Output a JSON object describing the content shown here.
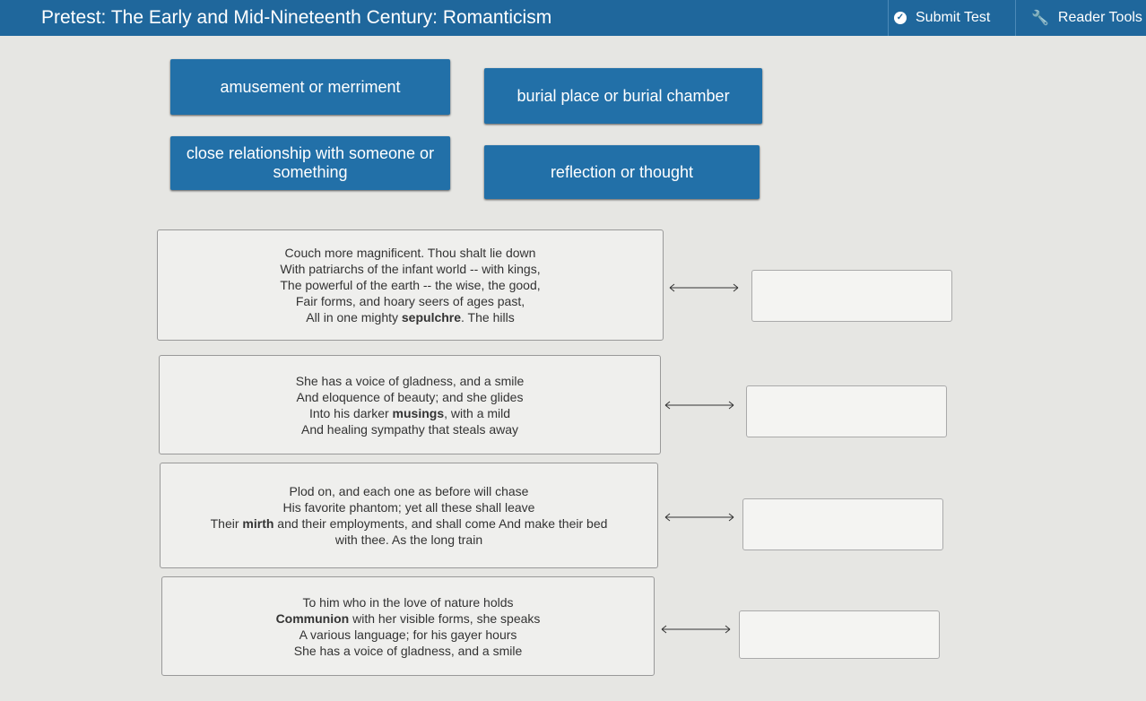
{
  "header": {
    "title": "Pretest: The Early and Mid-Nineteenth Century: Romanticism",
    "submit": "Submit Test",
    "reader": "Reader Tools"
  },
  "tiles": [
    "amusement or merriment",
    "burial place or burial chamber",
    "close relationship with someone or something",
    "reflection or thought"
  ],
  "passages": [
    {
      "lines": [
        "Couch more magnificent. Thou shalt lie down",
        "With patriarchs of the infant world -- with kings,",
        "The powerful of the earth -- the wise, the good,",
        "Fair forms, and hoary seers of ages past,"
      ],
      "pre": "All in one mighty ",
      "bold": "sepulchre",
      "post": ". The hills"
    },
    {
      "lines": [
        "She has a voice of gladness, and a smile",
        "And eloquence of beauty; and she glides"
      ],
      "pre": "Into his darker ",
      "bold": "musings",
      "post": ", with a mild",
      "after": [
        "And healing sympathy that steals away"
      ]
    },
    {
      "lines": [
        "Plod on, and each one as before will chase",
        "His favorite phantom; yet all these shall leave"
      ],
      "pre": "Their ",
      "bold": "mirth",
      "post": " and their employments, and shall come And make their bed",
      "after": [
        "with thee. As the long train"
      ]
    },
    {
      "lines": [
        "To him who in the love of nature holds"
      ],
      "pre": "",
      "bold": "Communion",
      "post": " with her visible forms, she speaks",
      "after": [
        "A various language; for his gayer hours",
        "She has a voice of gladness, and a smile"
      ]
    }
  ]
}
